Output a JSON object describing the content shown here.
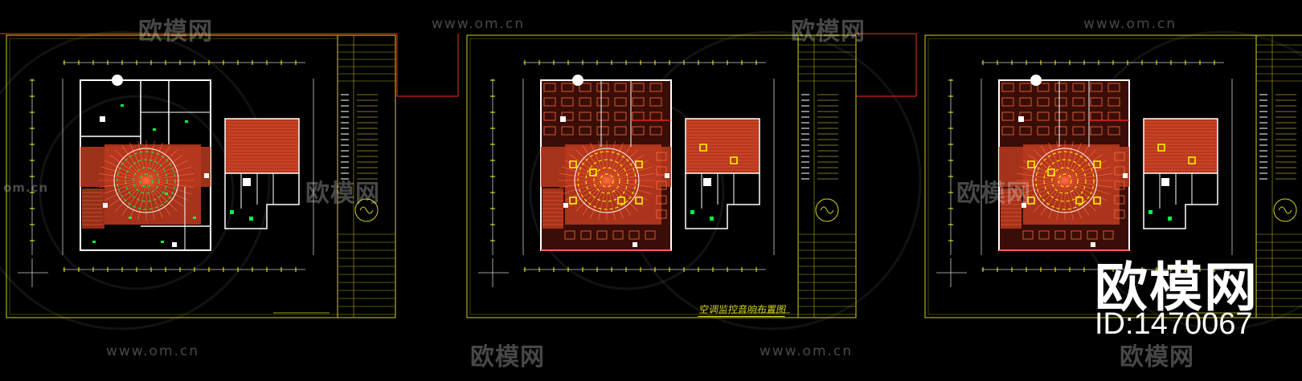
{
  "watermark": {
    "url": "www.om.cn",
    "url_cut": "om.cn",
    "brand": "欧模网",
    "model_id": "ID:1470067"
  },
  "sheets": [
    {
      "title": ""
    },
    {
      "title": "空调监控音响布置图"
    },
    {
      "title": ""
    }
  ],
  "colors": {
    "background": "#000000",
    "frame": "#d0d020",
    "wall": "#ffffff",
    "wood": "#b8391f",
    "wood_line": "#ff6a3c",
    "accent_green": "#00ff44",
    "accent_yellow": "#ffff00",
    "red_line": "#ff2a2a"
  }
}
